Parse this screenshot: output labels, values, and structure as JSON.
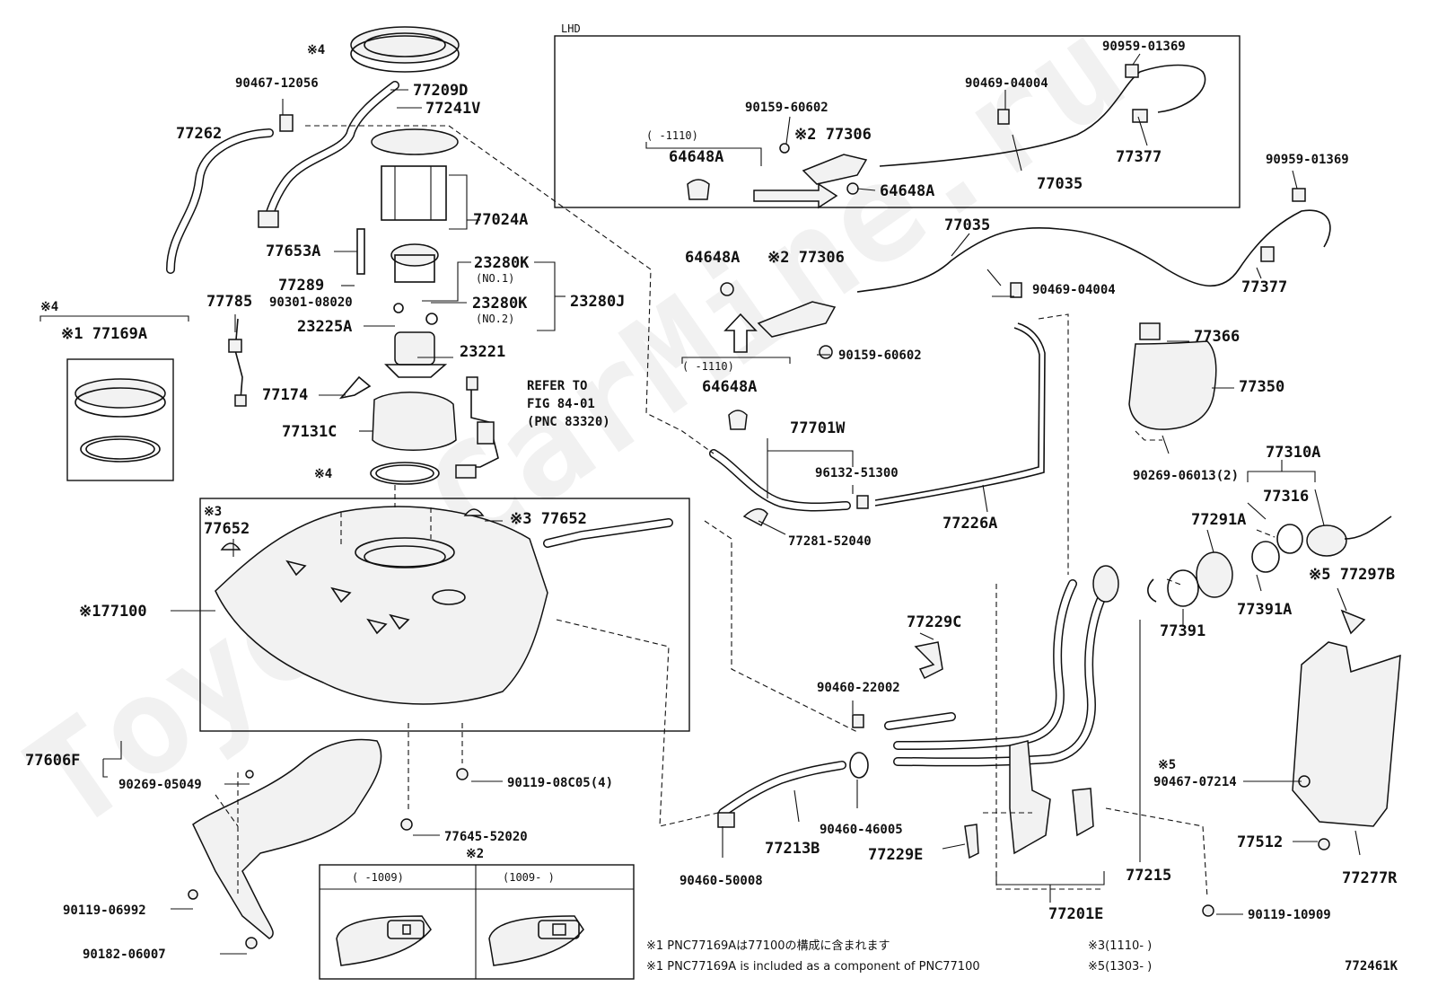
{
  "watermark": "ToyotaCarMine.ru",
  "figure_code": "772461K",
  "sections": {
    "lhd": "LHD",
    "refer_line1": "REFER TO",
    "refer_line2": "FIG 84-01",
    "refer_line3": "(PNC 83320)"
  },
  "labels": {
    "mark4_top": "※4",
    "p90467_12056": "90467-12056",
    "p77209D": "77209D",
    "p77241V": "77241V",
    "p77262": "77262",
    "p77024A": "77024A",
    "p77653A": "77653A",
    "p77289": "77289",
    "p23280K_1": "23280K",
    "no1": "(NO.1)",
    "p90301_08020": "90301-08020",
    "p23280K_2": "23280K",
    "no2": "(NO.2)",
    "p23280J": "23280J",
    "p23225A": "23225A",
    "p77785": "77785",
    "p23221": "23221",
    "p77174": "77174",
    "p77131C": "77131C",
    "mark4_left": "※4",
    "mark1_77169A": "※1 77169A",
    "mark4_ring": "※4",
    "mark3_a": "※3",
    "p77652_a": "77652",
    "mark3_77652_b": "※3 77652",
    "mark1_77100": "※177100",
    "p77606F": "77606F",
    "p90269_05049": "90269-05049",
    "p90119_08C05": "90119-08C05(4)",
    "p77645_52020": "77645-52020",
    "p90119_06992": "90119-06992",
    "p90182_06007": "90182-06007",
    "lhd_1110": "(   -1110)",
    "lhd_64648A_a": "64648A",
    "p90159_60602_a": "90159-60602",
    "mark2_77306_a": "※2 77306",
    "p64648A_b": "64648A",
    "p90469_04004_a": "90469-04004",
    "p90959_01369_a": "90959-01369",
    "p77377_a": "77377",
    "p77035_a": "77035",
    "p90959_01369_b": "90959-01369",
    "p77035_b": "77035",
    "p64648A_c": "64648A",
    "mark2_77306_b": "※2 77306",
    "p90469_04004_b": "90469-04004",
    "p77377_b": "77377",
    "p90159_60602_b": "90159-60602",
    "rhd_1110": "(   -1110)",
    "p64648A_d": "64648A",
    "p77701W": "77701W",
    "p96132_51300": "96132-51300",
    "p77226A": "77226A",
    "p77281_52040": "77281-52040",
    "p77366": "77366",
    "p77350": "77350",
    "p90269_06013": "90269-06013(2)",
    "p77310A": "77310A",
    "p77316": "77316",
    "p77291A": "77291A",
    "mark5_77297B": "※5 77297B",
    "p77391": "77391",
    "p77391A": "77391A",
    "p77229C": "77229C",
    "p90460_22002": "90460-22002",
    "p90460_46005": "90460-46005",
    "p77213B": "77213B",
    "p90460_50008": "90460-50008",
    "p77229E": "77229E",
    "p77201E": "77201E",
    "p77215": "77215",
    "mark5": "※5",
    "p90467_07214": "90467-07214",
    "p77512": "77512",
    "p77277R": "77277R",
    "p90119_10909": "90119-10909"
  },
  "inset": {
    "title": "※2",
    "col1": "(    -1009)",
    "col2": "(1009-    )"
  },
  "notes": {
    "jp": "※1 PNC77169Aは77100の構成に含まれます",
    "en": "※1 PNC77169A is included as a component of PNC77100",
    "n3": "※3(1110-      )",
    "n5": "※5(1303-      )"
  }
}
